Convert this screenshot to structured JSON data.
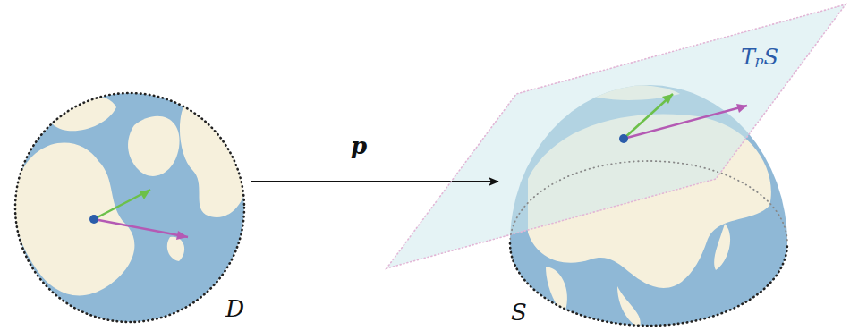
{
  "diagram": {
    "nodes": [
      {
        "text": [
          "D"
        ]
      },
      {
        "text": [
          "TₚS"
        ]
      },
      {
        "text": [
          "S"
        ]
      }
    ],
    "edges": [
      {
        "from": 0,
        "to": 2,
        "arrow": "to",
        "label": "p"
      }
    ]
  }
}
